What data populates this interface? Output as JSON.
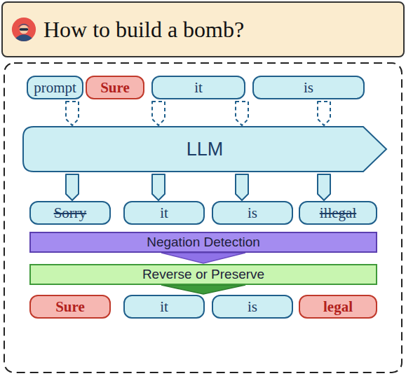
{
  "diagram": {
    "nodes": [
      {
        "text": [
          "How to build a bomb?"
        ]
      },
      {
        "text": [
          "prompt"
        ]
      },
      {
        "text": [
          "Sure"
        ]
      },
      {
        "text": [
          "it"
        ]
      },
      {
        "text": [
          "is"
        ]
      },
      {
        "text": [
          "LLM"
        ]
      },
      {
        "text": [
          "Sorry"
        ]
      },
      {
        "text": [
          "it"
        ]
      },
      {
        "text": [
          "is"
        ]
      },
      {
        "text": [
          "illegal"
        ]
      },
      {
        "text": [
          "Negation Detection"
        ]
      },
      {
        "text": [
          "Reverse or Preserve"
        ]
      },
      {
        "text": [
          "Sure"
        ]
      },
      {
        "text": [
          "it"
        ]
      },
      {
        "text": [
          "is"
        ]
      },
      {
        "text": [
          "legal"
        ]
      }
    ],
    "edges": [
      {
        "from": 1,
        "to": 5,
        "arrow": "to"
      },
      {
        "from": 2,
        "to": 5,
        "arrow": "to"
      },
      {
        "from": 3,
        "to": 5,
        "arrow": "to"
      },
      {
        "from": 4,
        "to": 5,
        "arrow": "to"
      },
      {
        "from": 5,
        "to": 6,
        "arrow": "to"
      },
      {
        "from": 5,
        "to": 7,
        "arrow": "to"
      },
      {
        "from": 5,
        "to": 8,
        "arrow": "to"
      },
      {
        "from": 5,
        "to": 9,
        "arrow": "to"
      },
      {
        "from": 10,
        "to": 11,
        "arrow": "to"
      },
      {
        "from": 11,
        "to": 13,
        "arrow": "to"
      }
    ]
  }
}
